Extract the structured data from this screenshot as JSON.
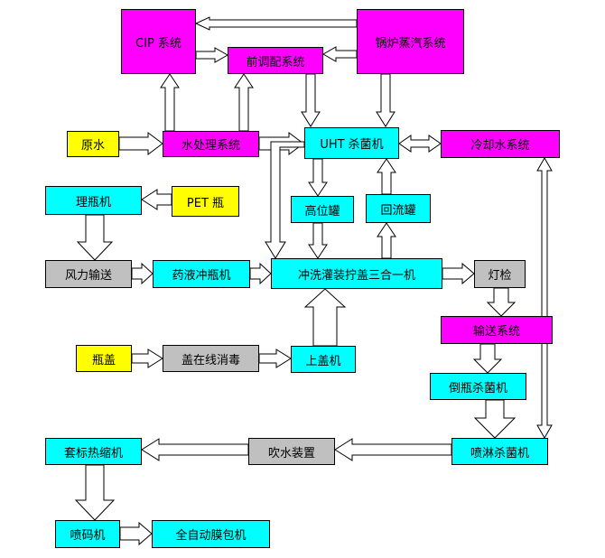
{
  "colors": {
    "process": "#00ffff",
    "system": "#ff00ff",
    "input": "#ffff00",
    "auxiliary": "#c0c0c0",
    "outline": "#000000"
  },
  "nodes": {
    "cip": "CIP 系统",
    "boiler": "锅炉蒸汽系统",
    "premix": "前调配系统",
    "raw_water": "原水",
    "water_treatment": "水处理系统",
    "uht": "UHT 杀菌机",
    "cooling_water": "冷却水系统",
    "bottle_sorter": "理瓶机",
    "pet_bottle": "PET 瓶",
    "high_tank": "高位罐",
    "return_tank": "回流罐",
    "air_conveyor": "风力输送",
    "bottle_rinser": "药液冲瓶机",
    "filler_combo": "冲洗灌装拧盖三合一机",
    "light_inspection": "灯检",
    "conveyor_system": "输送系统",
    "caps": "瓶盖",
    "cap_disinfection": "盖在线消毒",
    "cap_loader": "上盖机",
    "invert_sterilizer": "倒瓶杀菌机",
    "sleeve_shrink": "套标热缩机",
    "air_blower": "吹水装置",
    "spray_sterilizer": "喷淋杀菌机",
    "coder": "喷码机",
    "film_wrapper": "全自动膜包机"
  }
}
